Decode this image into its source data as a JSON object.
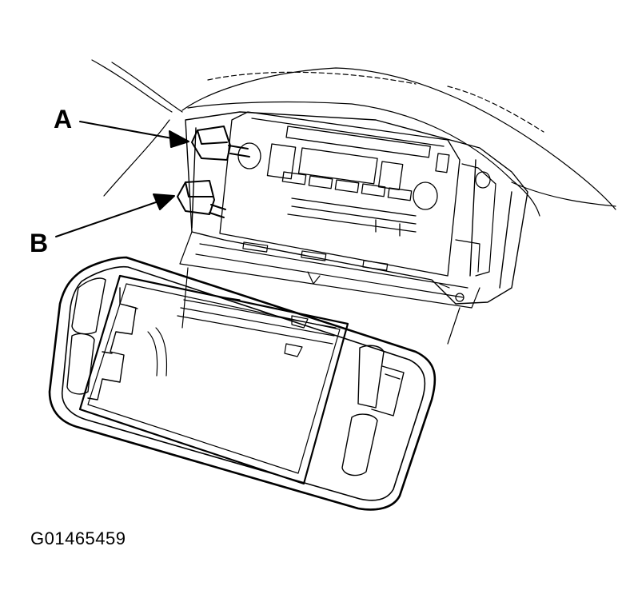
{
  "labels": {
    "a": "A",
    "b": "B"
  },
  "figure_id": "G01465459",
  "colors": {
    "ink": "#000000",
    "paper": "#ffffff"
  }
}
